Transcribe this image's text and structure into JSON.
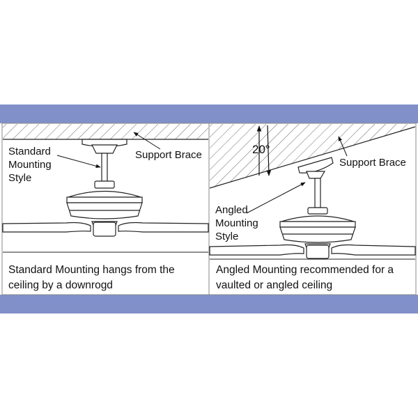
{
  "left_panel": {
    "style_label": [
      "Standard",
      "Mounting",
      "Style"
    ],
    "brace_label": "Support Brace",
    "caption": [
      "Standard Mounting hangs from the",
      "ceiling by a downrogd"
    ]
  },
  "right_panel": {
    "angle_label": "20°",
    "brace_label": "Support Brace",
    "style_label": [
      "Angled",
      "Mounting",
      "Style"
    ],
    "caption": [
      "Angled Mounting recommended for a",
      "vaulted or angled ceiling"
    ]
  },
  "colors": {
    "band": "#8190c9",
    "line": "#222222",
    "hatch": "#555555"
  }
}
